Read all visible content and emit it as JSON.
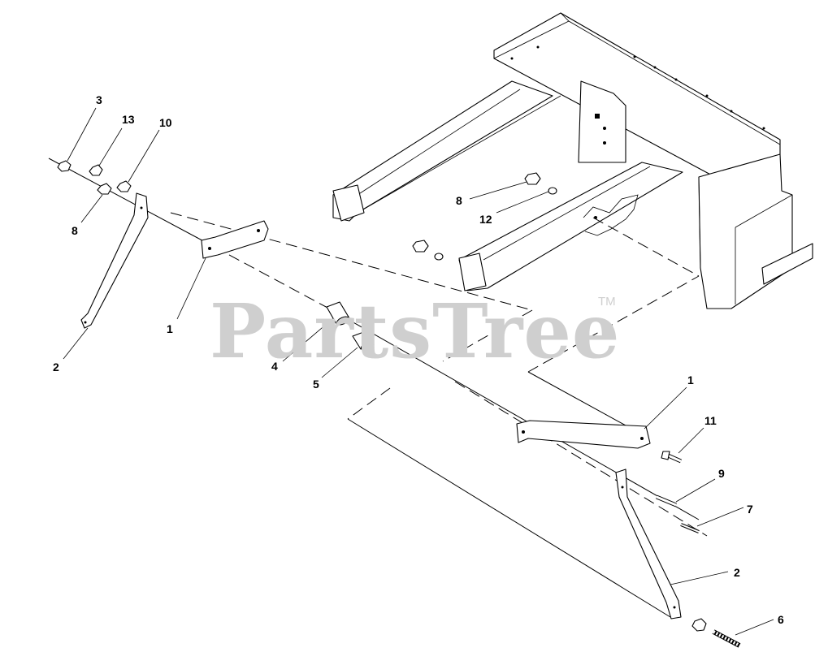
{
  "watermark": {
    "text": "PartsTree",
    "trademark": "TM"
  },
  "callouts": [
    {
      "id": "c3",
      "label": "3"
    },
    {
      "id": "c13",
      "label": "13"
    },
    {
      "id": "c10",
      "label": "10"
    },
    {
      "id": "c8a",
      "label": "8"
    },
    {
      "id": "c1a",
      "label": "1"
    },
    {
      "id": "c2a",
      "label": "2"
    },
    {
      "id": "c4",
      "label": "4"
    },
    {
      "id": "c5",
      "label": "5"
    },
    {
      "id": "c8b",
      "label": "8"
    },
    {
      "id": "c12",
      "label": "12"
    },
    {
      "id": "c1b",
      "label": "1"
    },
    {
      "id": "c11",
      "label": "11"
    },
    {
      "id": "c9",
      "label": "9"
    },
    {
      "id": "c7",
      "label": "7"
    },
    {
      "id": "c2b",
      "label": "2"
    },
    {
      "id": "c6",
      "label": "6"
    }
  ]
}
